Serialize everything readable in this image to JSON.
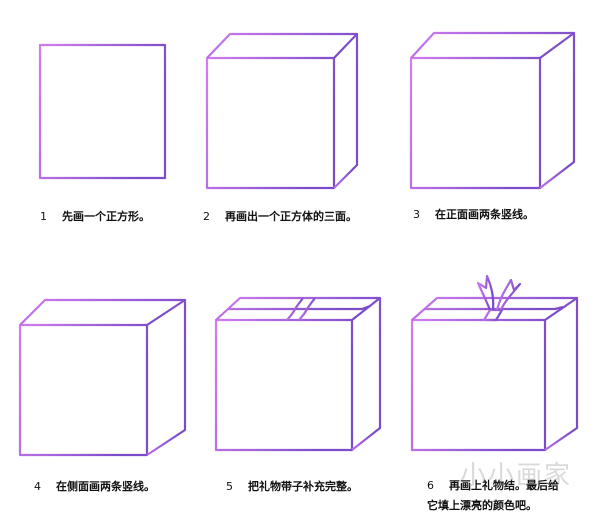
{
  "steps": [
    {
      "num": "1",
      "text": "先画一个正方形。"
    },
    {
      "num": "2",
      "text": "再画出一个正方体的三面。"
    },
    {
      "num": "3",
      "text": "在正面画两条竖线。"
    },
    {
      "num": "4",
      "text": "在侧面画两条竖线。"
    },
    {
      "num": "5",
      "text": "把礼物带子补充完整。"
    },
    {
      "num": "6",
      "text": "再画上礼物结。最后给",
      "text2": "它填上漂亮的颜色吧。"
    }
  ],
  "watermark": "小小画家",
  "colors": {
    "stroke_light": "#d27cf0",
    "stroke_dark": "#7a4cc8"
  }
}
